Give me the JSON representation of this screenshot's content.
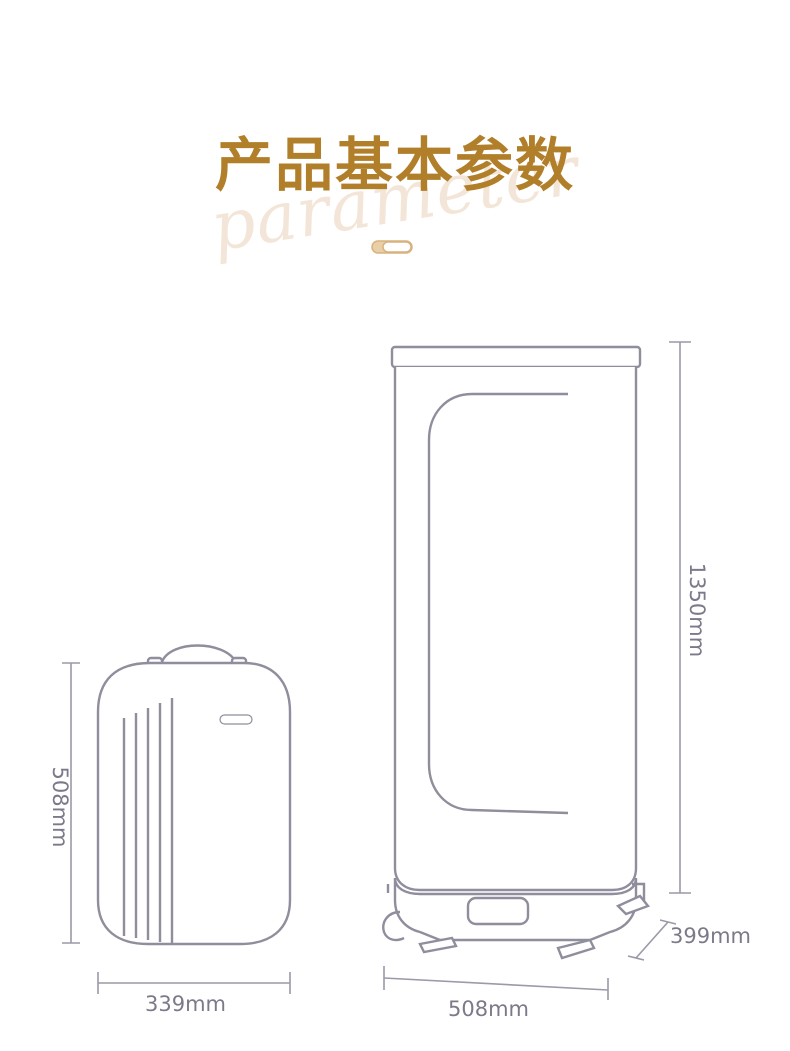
{
  "header": {
    "title": "产品基本参数",
    "script_word": "parameter"
  },
  "dimensions": {
    "case_height": "508mm",
    "case_width": "339mm",
    "dryer_height": "1350mm",
    "dryer_width": "508mm",
    "dryer_depth": "399mm"
  },
  "colors": {
    "title": "#b17f2a",
    "accent": "#d8b27c",
    "line": "#8e8e9c"
  }
}
